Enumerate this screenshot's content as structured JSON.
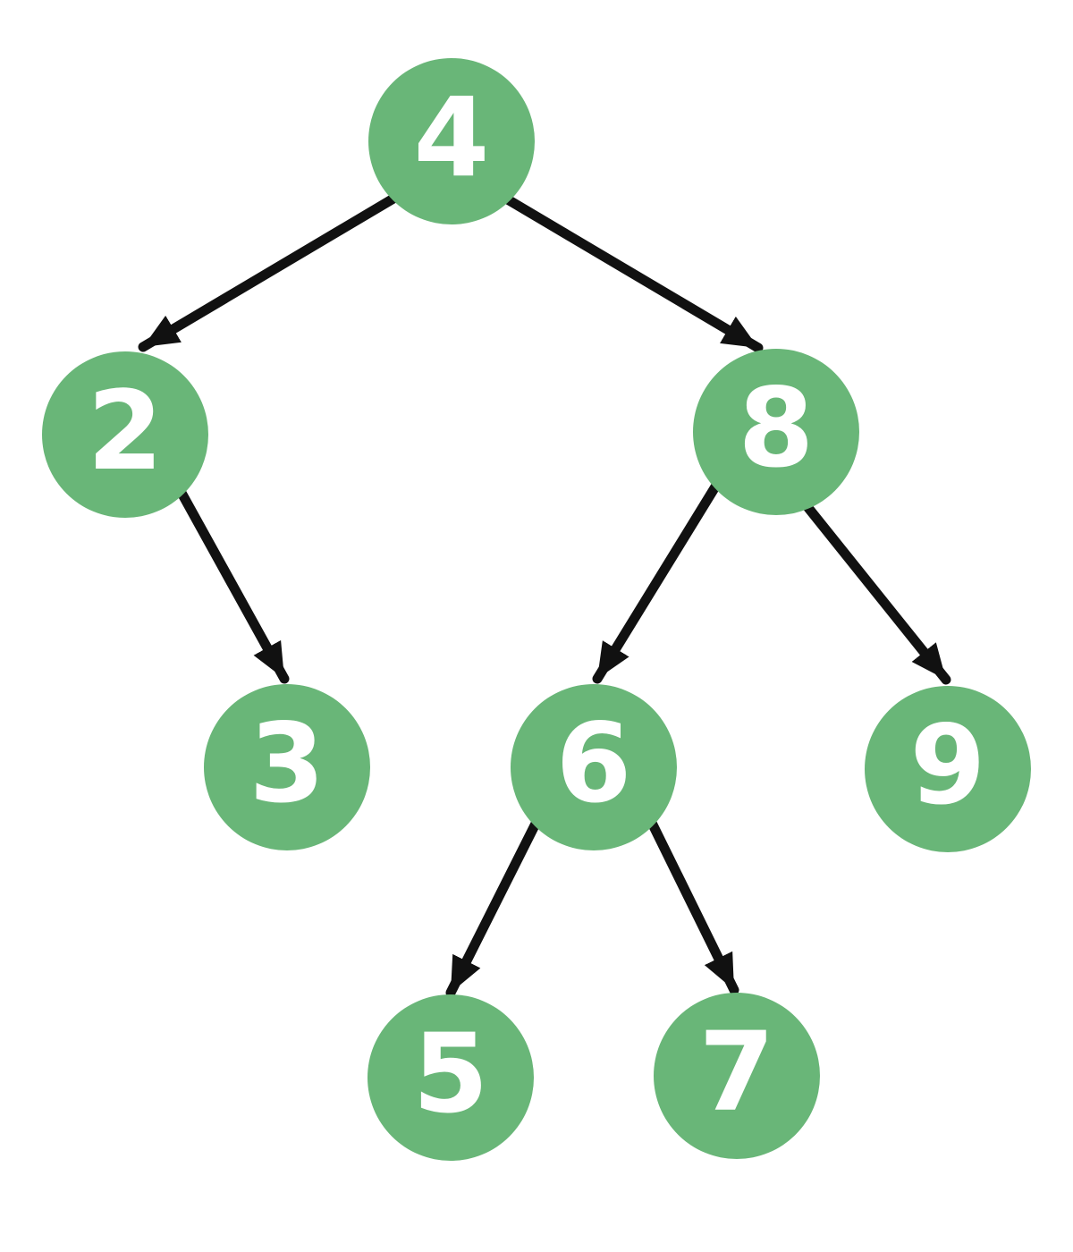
{
  "colors": {
    "node_fill": "#69b678",
    "node_text": "#ffffff",
    "edge": "#111111",
    "background": "#ffffff"
  },
  "tree": {
    "kind": "binary-tree",
    "nodes": [
      {
        "id": "4",
        "label": "4"
      },
      {
        "id": "2",
        "label": "2"
      },
      {
        "id": "8",
        "label": "8"
      },
      {
        "id": "3",
        "label": "3"
      },
      {
        "id": "6",
        "label": "6"
      },
      {
        "id": "9",
        "label": "9"
      },
      {
        "id": "5",
        "label": "5"
      },
      {
        "id": "7",
        "label": "7"
      }
    ],
    "edges": [
      {
        "from": "4",
        "to": "2"
      },
      {
        "from": "4",
        "to": "8"
      },
      {
        "from": "2",
        "to": "3"
      },
      {
        "from": "8",
        "to": "6"
      },
      {
        "from": "8",
        "to": "9"
      },
      {
        "from": "6",
        "to": "5"
      },
      {
        "from": "6",
        "to": "7"
      }
    ]
  }
}
